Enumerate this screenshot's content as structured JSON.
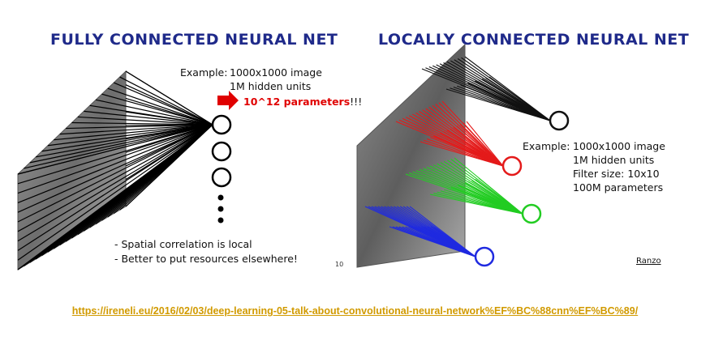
{
  "left_panel": {
    "title": "FULLY CONNECTED NEURAL NET",
    "example_label": "Example:",
    "example_lines": [
      "1000x1000 image",
      "1M hidden units"
    ],
    "highlight": "10^12 parameters",
    "highlight_suffix": "!!!",
    "bullets": [
      "- Spatial correlation is local",
      "- Better to put resources elsewhere!"
    ],
    "page_mark": "10"
  },
  "right_panel": {
    "title": "LOCALLY CONNECTED NEURAL NET",
    "example_label": "Example:",
    "example_lines": [
      "1000x1000 image",
      "1M hidden units",
      "Filter size: 10x10",
      "100M parameters"
    ],
    "credit": "Ranzo",
    "colors": {
      "black": "#111111",
      "red": "#e41a1a",
      "green": "#22cc22",
      "blue": "#1f2ae0"
    }
  },
  "source_link": "https://ireneli.eu/2016/02/03/deep-learning-05-talk-about-convolutional-neural-network%EF%BC%88cnn%EF%BC%89/"
}
